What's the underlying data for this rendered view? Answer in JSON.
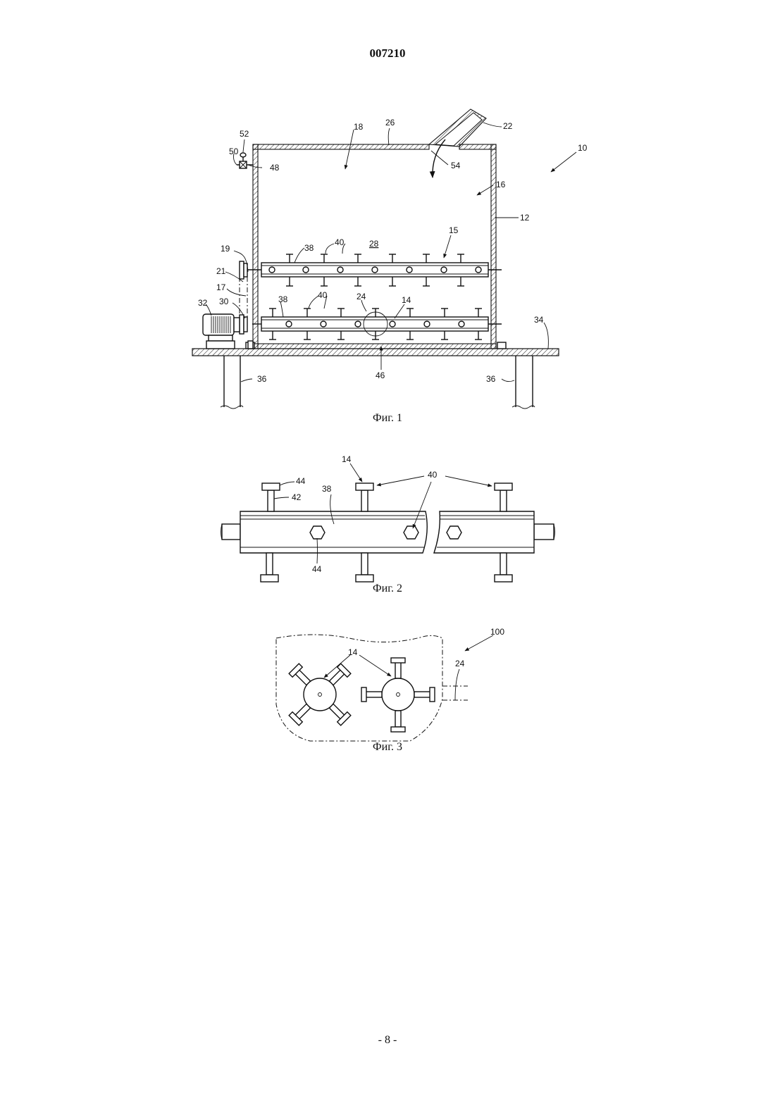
{
  "header": {
    "doc_number": "007210"
  },
  "figures": {
    "fig1": {
      "caption": "Фиг. 1",
      "labels": {
        "l10": "10",
        "l12": "12",
        "l14": "14",
        "l15": "15",
        "l16": "16",
        "l17": "17",
        "l18": "18",
        "l19": "19",
        "l21": "21",
        "l22": "22",
        "l24": "24",
        "l26": "26",
        "l28": "28",
        "l30": "30",
        "l32": "32",
        "l34": "34",
        "l36a": "36",
        "l36b": "36",
        "l38a": "38",
        "l38b": "38",
        "l40a": "40",
        "l40b": "40",
        "l46": "46",
        "l48": "48",
        "l50": "50",
        "l52": "52",
        "l54": "54"
      }
    },
    "fig2": {
      "caption": "Фиг. 2",
      "labels": {
        "l14": "14",
        "l38": "38",
        "l40": "40",
        "l42": "42",
        "l44a": "44",
        "l44b": "44"
      }
    },
    "fig3": {
      "caption": "Фиг. 3",
      "labels": {
        "l100": "100",
        "l14": "14",
        "l24": "24"
      }
    }
  },
  "footer": {
    "page_number": "- 8 -"
  }
}
